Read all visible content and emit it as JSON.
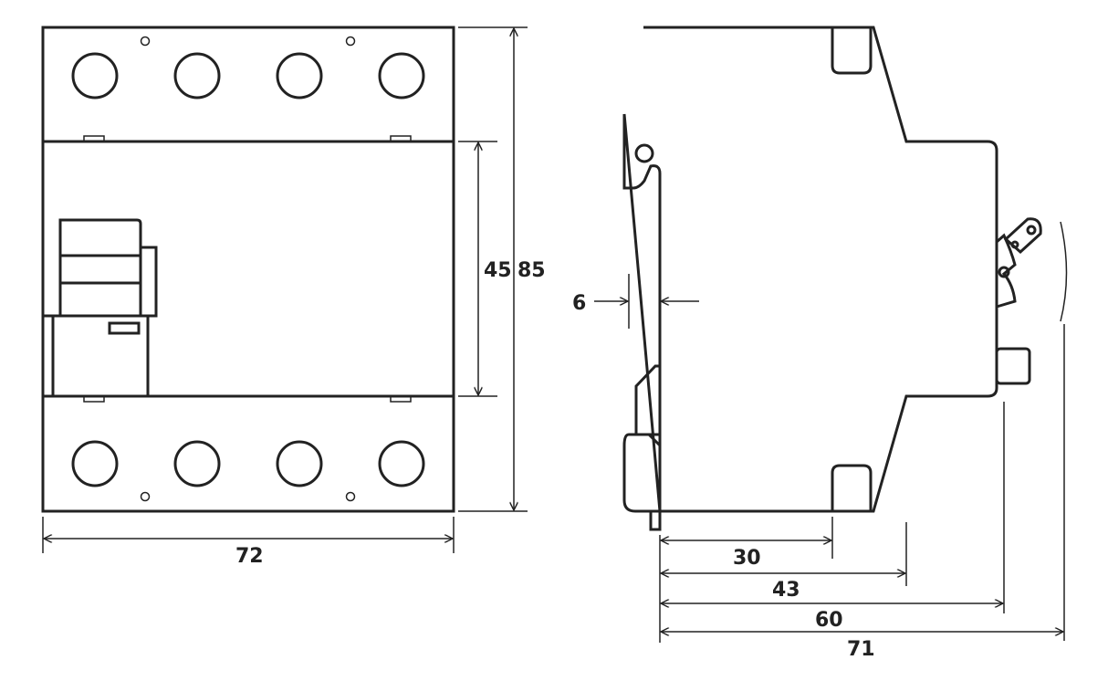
{
  "front_view": {
    "height_dim": "85",
    "inner_height_dim": "45",
    "width_dim": "72"
  },
  "side_view": {
    "rail_width_dim": "6",
    "depth_dims": [
      "30",
      "43",
      "60",
      "71"
    ]
  }
}
